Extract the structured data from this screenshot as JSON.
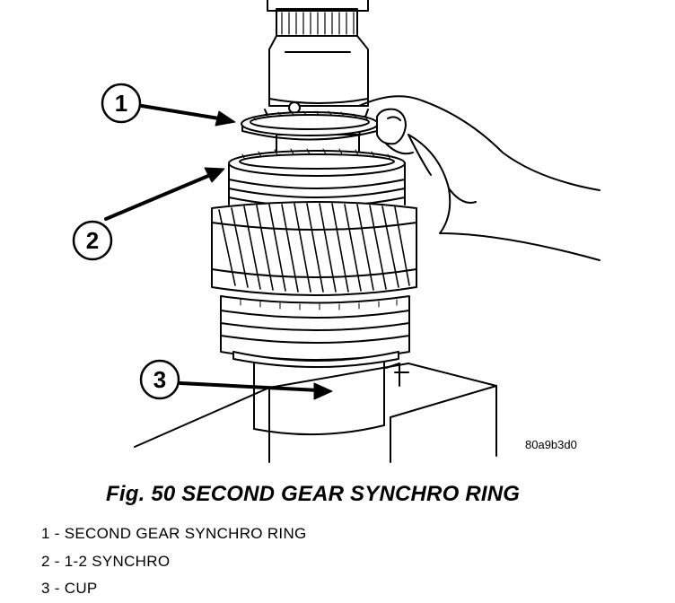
{
  "figure": {
    "image_id": "80a9b3d0",
    "caption": "Fig. 50 SECOND GEAR SYNCHRO RING",
    "callouts": [
      {
        "number": "1",
        "label": "1 - SECOND GEAR SYNCHRO RING"
      },
      {
        "number": "2",
        "label": "2 - 1-2 SYNCHRO"
      },
      {
        "number": "3",
        "label": "3 - CUP"
      }
    ]
  },
  "colors": {
    "ink": "#000000",
    "paper": "#ffffff"
  }
}
